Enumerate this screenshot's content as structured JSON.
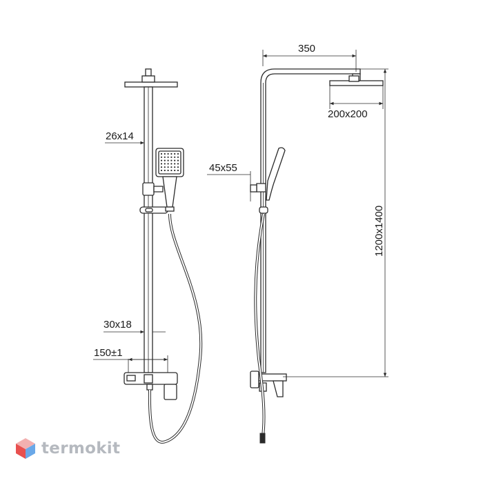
{
  "dimensions": {
    "rail_diameter": "26x14",
    "holder_size": "30x18",
    "mixer_spacing": "150±1",
    "arm_length": "350",
    "head_size": "200x200",
    "handshower_size": "45x55",
    "height_range": "1200x1400"
  },
  "brand": {
    "name": "termokit",
    "colors": {
      "logo_red": "#e8504f",
      "logo_blue": "#6aa8e8",
      "logo_pink": "#f2b0b0",
      "text": "#b5b9bf"
    }
  }
}
